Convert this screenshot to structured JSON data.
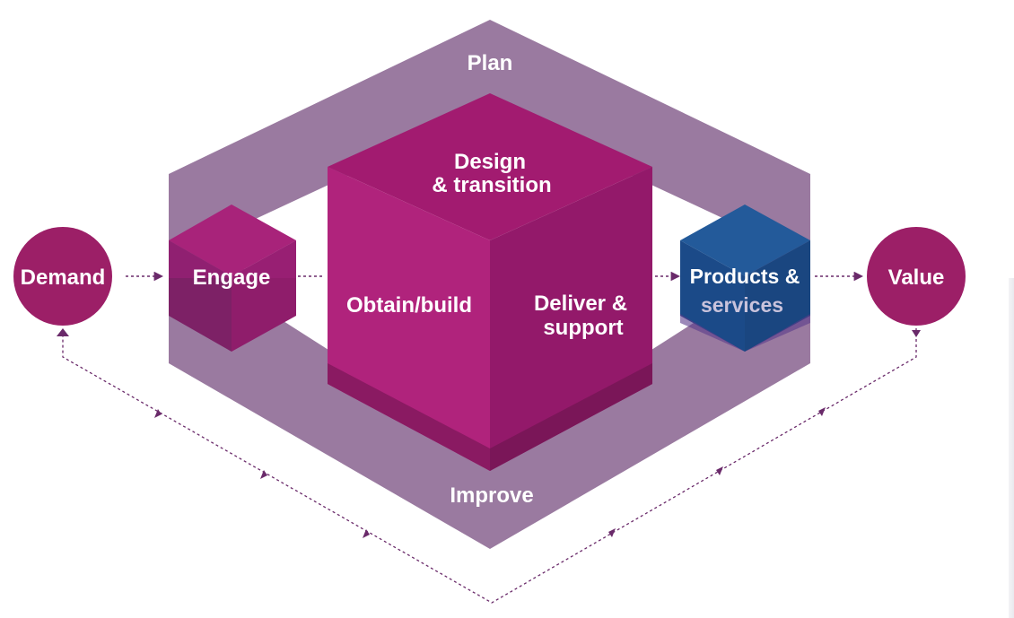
{
  "diagram": {
    "plan_label": "Plan",
    "improve_label": "Improve",
    "design_label_line1": "Design",
    "design_label_line2": "& transition",
    "obtain_label": "Obtain/build",
    "deliver_label_line1": "Deliver &",
    "deliver_label_line2": "support",
    "engage_label": "Engage",
    "products_label_line1": "Products &",
    "products_label_line2": "services",
    "demand_label": "Demand",
    "value_label": "Value"
  },
  "colors": {
    "ring": "#9a7aa0",
    "cube_top": "#a21b70",
    "cube_left": "#b0237c",
    "cube_right": "#93196a",
    "circle": "#9c1f67",
    "blue_cube": "#1d4f8d",
    "connector": "#6a2a6a"
  }
}
